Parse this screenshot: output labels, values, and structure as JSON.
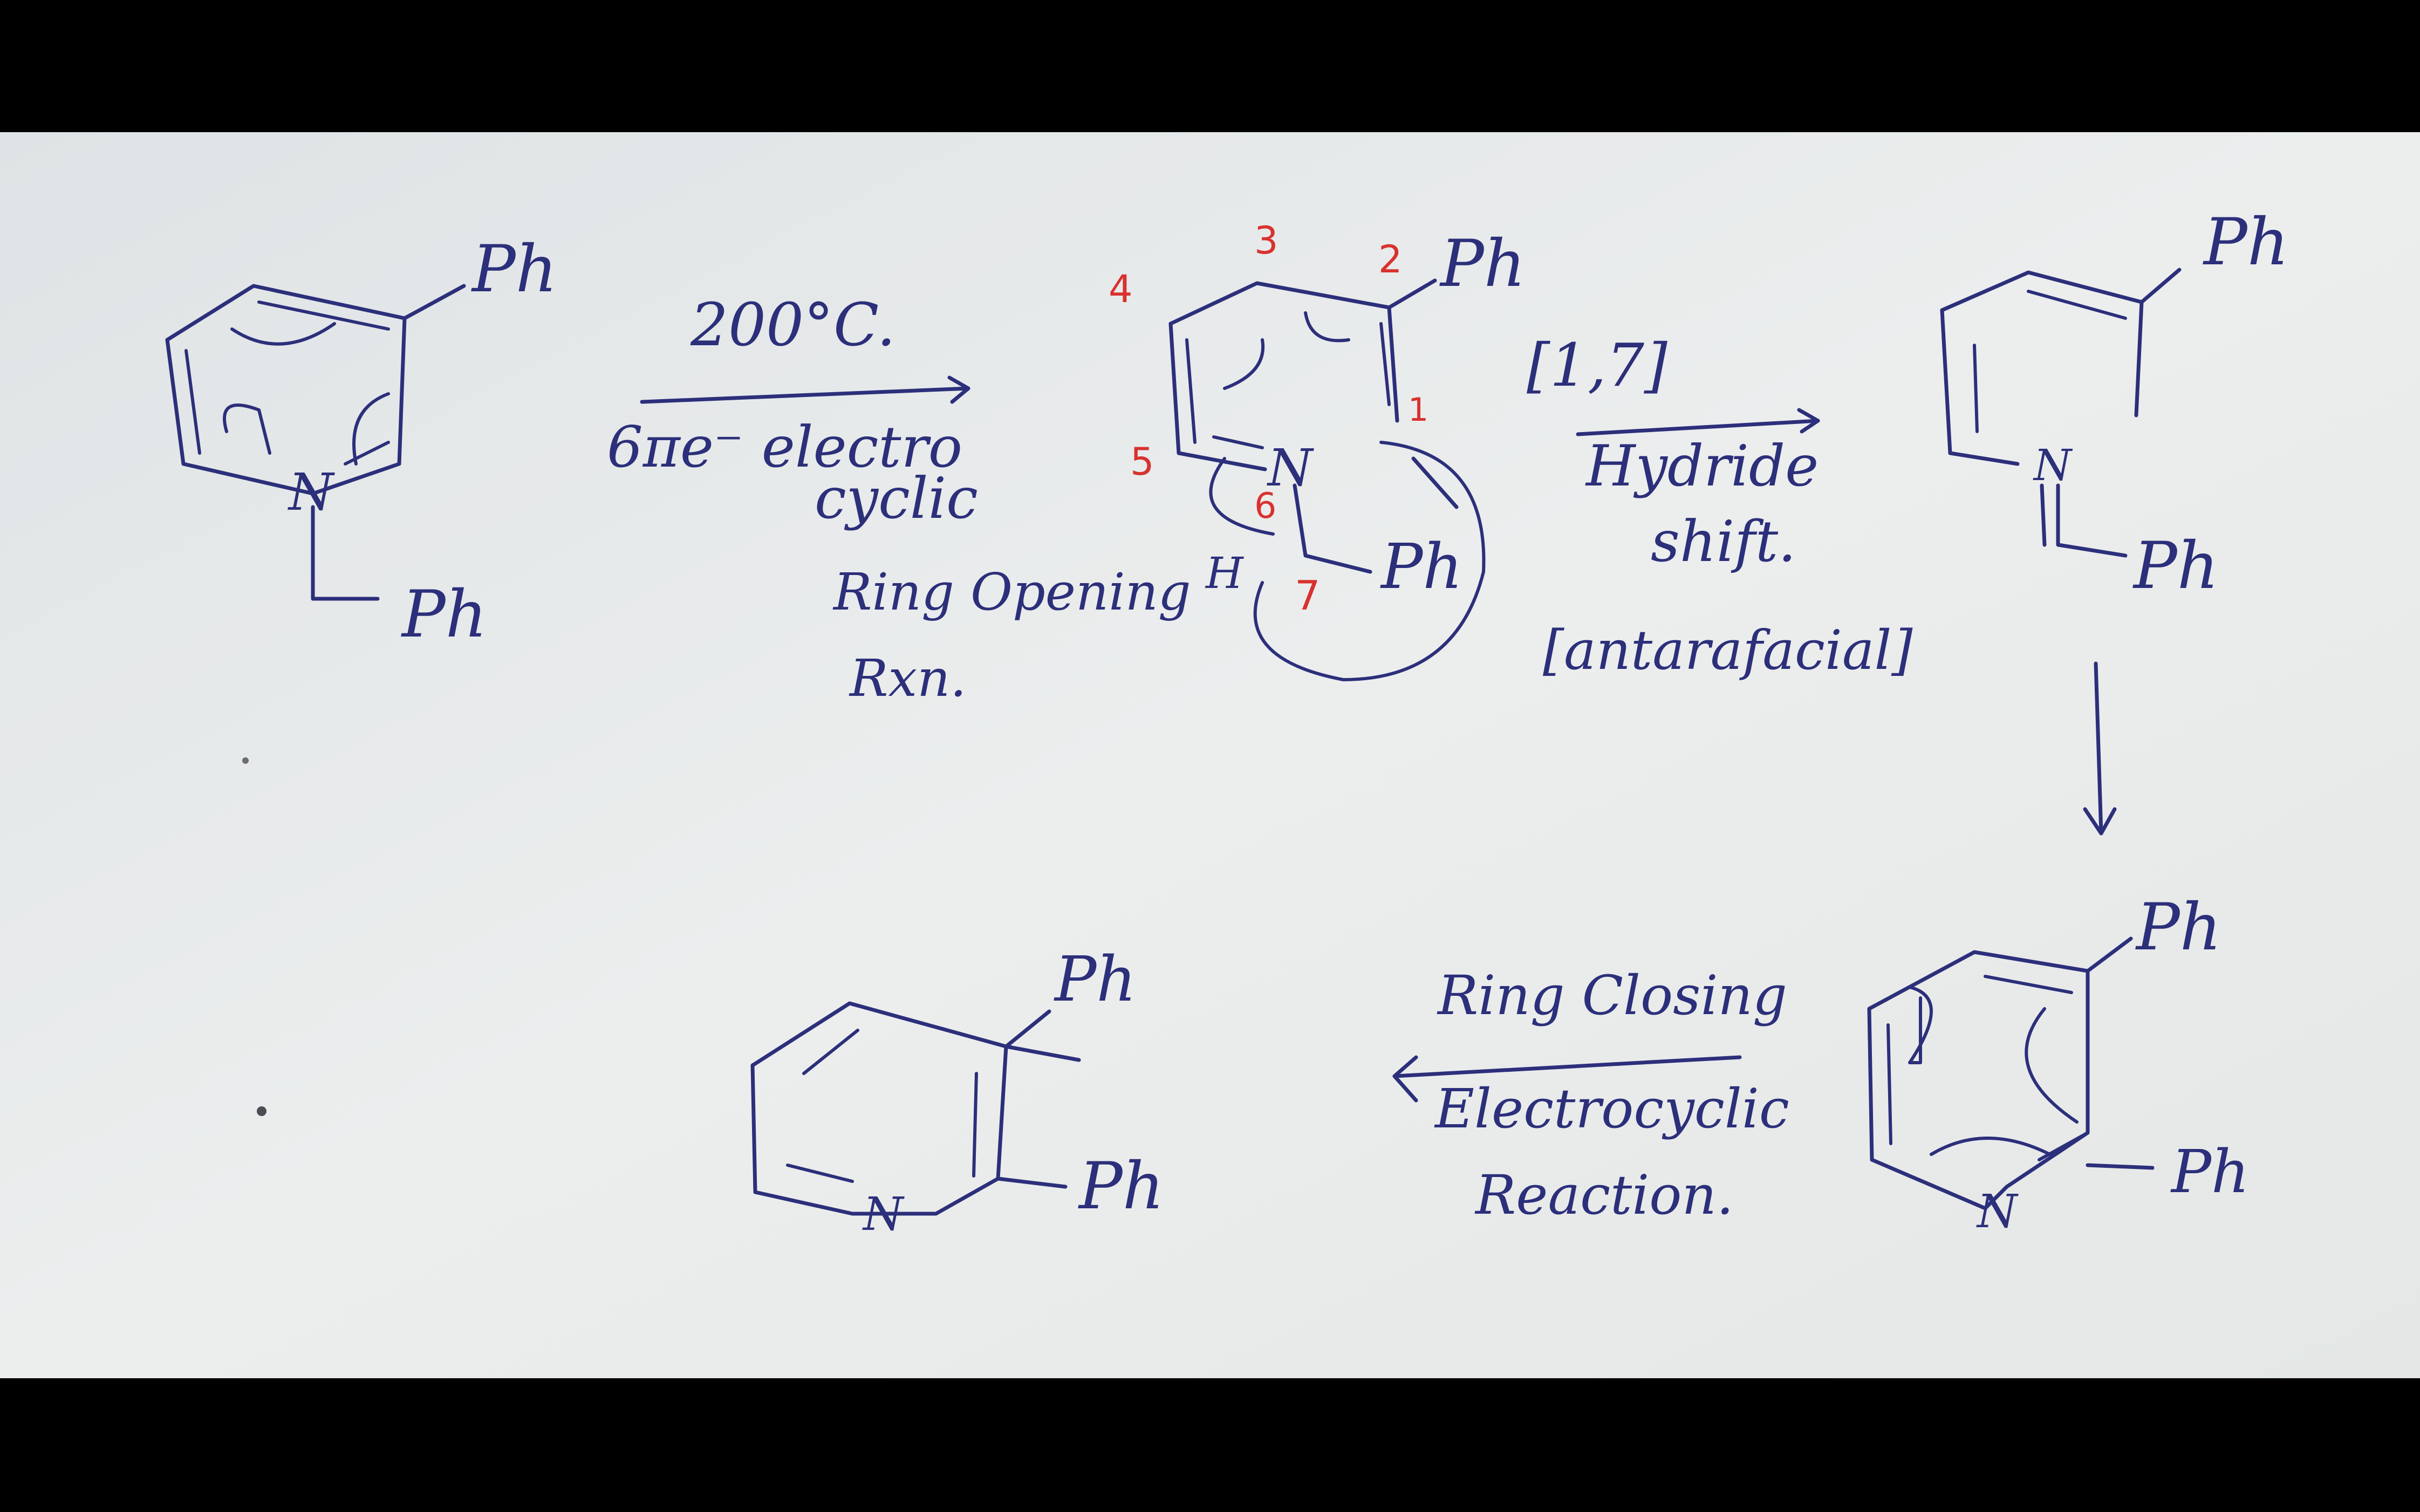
{
  "colors": {
    "frame": "#000000",
    "paper": "#e9ecec",
    "ink": "#2c2f7a",
    "numbering": "#d8322e"
  },
  "step1": {
    "reactant_ph_top": "Ph",
    "reactant_n": "N",
    "reactant_ph_bottom": "Ph",
    "condition_temperature": "200°C.",
    "condition_line1": "6πe⁻ electro",
    "condition_line2": "cyclic",
    "condition_line3": "Ring Opening",
    "condition_line4": "Rxn."
  },
  "intermediate1": {
    "ph_top": "Ph",
    "n": "N",
    "h": "H",
    "ph_side": "Ph",
    "atom_numbers": [
      "1",
      "2",
      "3",
      "4",
      "5",
      "6",
      "7"
    ]
  },
  "step2": {
    "label_line1": "[1,7]",
    "label_line2": "Hydride",
    "label_line3": "shift.",
    "label_line4": "[antarafacial]"
  },
  "intermediate2": {
    "ph_top": "Ph",
    "n": "N",
    "ph_bottom": "Ph"
  },
  "intermediate3": {
    "ph_top": "Ph",
    "n": "N",
    "ph_side": "Ph"
  },
  "step3": {
    "label_line1": "Ring Closing",
    "label_line2": "Electrocyclic",
    "label_line3": "Reaction."
  },
  "product": {
    "ph_top": "Ph",
    "n": "N",
    "ph_side": "Ph"
  }
}
